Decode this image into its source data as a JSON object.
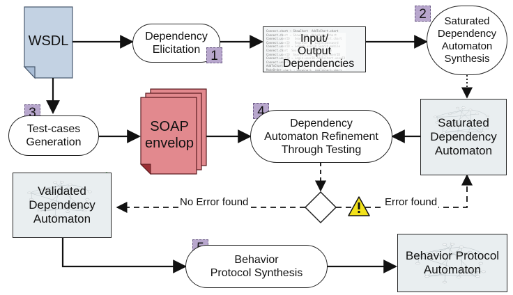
{
  "nodes": {
    "wsdl": "WSDL",
    "dependency_elicitation": [
      "Dependency",
      "Elicitation"
    ],
    "io_dependencies": [
      "Input/",
      "Output",
      "Dependencies"
    ],
    "saturated_synthesis": [
      "Saturated",
      "Dependency",
      "Automaton",
      "Synthesis"
    ],
    "test_cases": [
      "Test-cases",
      "Generation"
    ],
    "soap": [
      "SOAP",
      "envelop"
    ],
    "refinement": [
      "Dependency",
      "Automaton Refinement",
      "Through Testing"
    ],
    "saturated_automaton": [
      "Saturated",
      "Dependency",
      "Automaton"
    ],
    "validated_automaton": [
      "Validated",
      "Dependency",
      "Automaton"
    ],
    "behavior_synthesis": [
      "Behavior",
      "Protocol Synthesis"
    ],
    "behavior_automaton": [
      "Behavior Protocol",
      "Automaton"
    ]
  },
  "badges": {
    "b1": "1",
    "b2": "2",
    "b3": "3",
    "b4": "4",
    "b5": "5"
  },
  "edge_labels": {
    "no_error": "No Error found",
    "error": "Error found"
  },
  "code_lines": [
    "Connect.chart → ShowChart  AddToChart.chart",
    "Connect.chart → ShowChart  MakeOrder.chart",
    "Connect.userID   SearchItem  AddToChart.chart",
    "Connect.userID   Register    Login.password",
    "Connect.userID → Search.userID Search.mobile",
    "Connect.chart  Search.item  Search.item",
    "Connect.userID  Search.item  Register.userID",
    "Connect.userID → Login.userID AddToChart.userID",
    "Connect.userID  ShowChart.chart  Login.userID",
    "AddToChart.chart → ShowChart  AddToChart.chart",
    "MakeOrder.chart → ShowChart  AddToChart.chart"
  ],
  "colors": {
    "wsdl_fill": "#c3d2e3",
    "wsdl_fold": "#a9bdd6",
    "soap_fill": "#e2898e",
    "soap_fold": "#9c2f35",
    "badge": "#b8a7cd",
    "panel": "#e9eef0",
    "check": "#1f9a2e",
    "warning": "#f2e21b"
  },
  "icons": [
    "check-icon",
    "warning-icon"
  ]
}
